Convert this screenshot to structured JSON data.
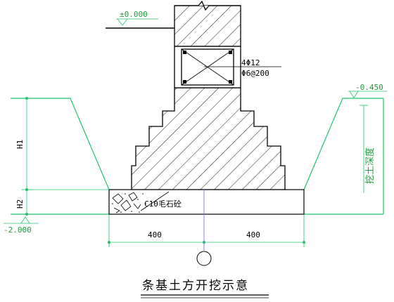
{
  "labels": {
    "level_zero": "±0.000",
    "level_ground": "-0.450",
    "level_bottom": "-2.000",
    "rebar_main": "4Φ12",
    "rebar_stirrup": "Φ6@200",
    "h1": "H1",
    "h2": "H2",
    "concrete": "C10毛石砼",
    "dim_left": "400",
    "dim_right": "400",
    "excavation_depth": "挖土深度",
    "title": "条基土方开挖示意"
  },
  "colors": {
    "excavation_line": "#1fc46a",
    "dimension_line": "#1fc46a",
    "hatch": "#000000",
    "axis": "#7a5cff"
  }
}
